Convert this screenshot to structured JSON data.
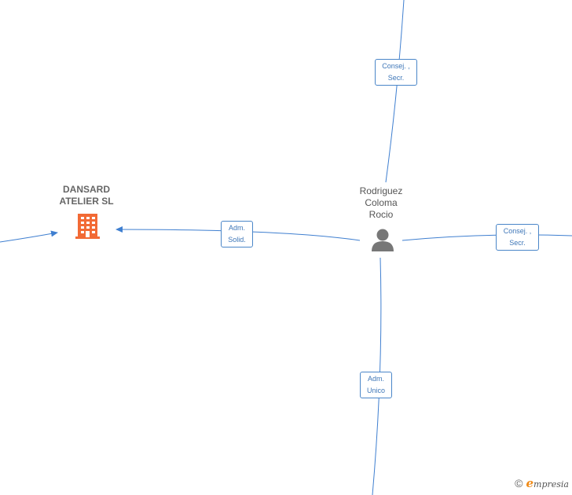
{
  "nodes": {
    "company": {
      "line1": "DANSARD",
      "line2": "ATELIER  SL",
      "icon": "building-icon",
      "color": "#f26a35"
    },
    "person": {
      "line1": "Rodriguez",
      "line2": "Coloma",
      "line3": "Rocio",
      "icon": "person-icon",
      "color": "#777777"
    }
  },
  "edges": {
    "top": {
      "line1": "Consej. ,",
      "line2": "Secr."
    },
    "right": {
      "line1": "Consej. ,",
      "line2": "Secr."
    },
    "left": {
      "line1": "Adm.",
      "line2": "Solid."
    },
    "bottom": {
      "line1": "Adm.",
      "line2": "Unico"
    }
  },
  "edge_color": "#3f7fd0",
  "brand": {
    "copyright": "©",
    "initial": "e",
    "name": "mpresia"
  }
}
